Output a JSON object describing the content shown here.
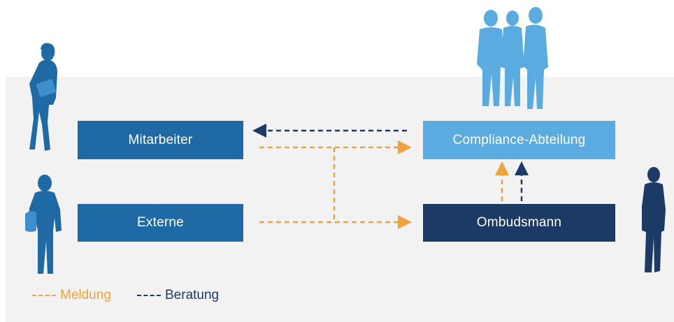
{
  "nodes": {
    "mitarbeiter": "Mitarbeiter",
    "externe": "Externe",
    "compliance": "Compliance-Abteilung",
    "ombudsmann": "Ombudsmann"
  },
  "legend": {
    "meldung": "Meldung",
    "beratung": "Beratung"
  },
  "colors": {
    "meldung": "#f0a23c",
    "beratung": "#1c3a66",
    "mid_blue": "#1f6aa5",
    "light_blue": "#5aace0"
  },
  "icons": [
    "woman-silhouette-icon",
    "man-with-bag-silhouette-icon",
    "group-of-three-silhouette-icon",
    "standing-man-silhouette-icon"
  ]
}
